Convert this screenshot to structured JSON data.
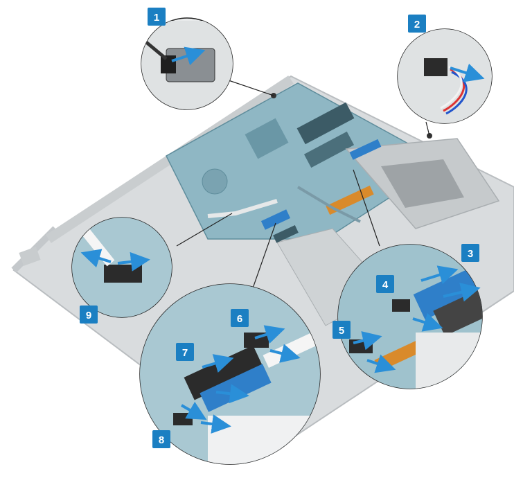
{
  "colors": {
    "chassis": "#d9dcde",
    "chassis_edge": "#b9bdc0",
    "board": "#8fb7c4",
    "board_dark": "#5f8d9c",
    "badge": "#1b7fc2",
    "arrow": "#2a8fd8",
    "flex_cable": "#2f7fc9",
    "orange_cable": "#d98a2b"
  },
  "callouts": [
    {
      "number": "1",
      "label": "1"
    },
    {
      "number": "2",
      "label": "2"
    },
    {
      "number": "3",
      "label": "3"
    },
    {
      "number": "4",
      "label": "4"
    },
    {
      "number": "5",
      "label": "5"
    },
    {
      "number": "6",
      "label": "6"
    },
    {
      "number": "7",
      "label": "7"
    },
    {
      "number": "8",
      "label": "8"
    },
    {
      "number": "9",
      "label": "9"
    }
  ],
  "icons": {
    "badge": "number-badge-icon",
    "arrow": "direction-arrow-icon"
  }
}
